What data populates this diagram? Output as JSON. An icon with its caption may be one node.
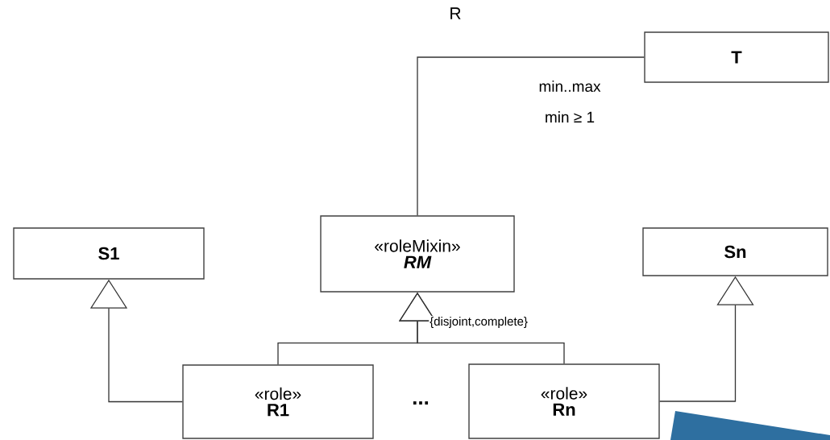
{
  "diagram": {
    "nodes": [
      {
        "text": [
          "T"
        ]
      },
      {
        "text": [
          "«roleMixin»",
          "RM"
        ]
      },
      {
        "text": [
          "S1"
        ]
      },
      {
        "text": [
          "Sn"
        ]
      },
      {
        "text": [
          "«role»",
          "R1"
        ]
      },
      {
        "text": [
          "«role»",
          "Rn"
        ]
      }
    ],
    "edges": [
      {
        "from": 1,
        "to": 0,
        "arrow": "none",
        "label": "R"
      },
      {
        "from": 4,
        "to": 2,
        "arrow": "to"
      },
      {
        "from": 5,
        "to": 3,
        "arrow": "to"
      },
      {
        "from": 4,
        "to": 1,
        "arrow": "to",
        "label": "{disjoint,complete}"
      },
      {
        "from": 5,
        "to": 1,
        "arrow": "to"
      }
    ],
    "labels": [
      "min..max",
      "min ≥ 1",
      "..."
    ]
  }
}
